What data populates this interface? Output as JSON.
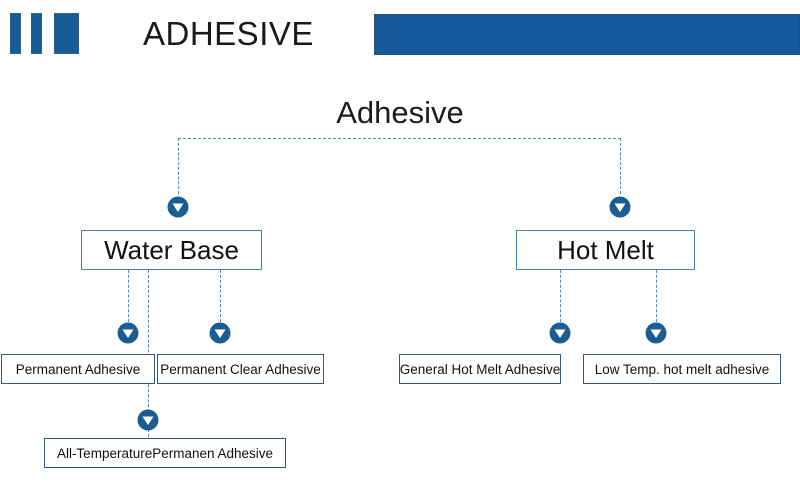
{
  "header": {
    "title": "ADHESIVE",
    "logo": {
      "name": "three-bar-logo",
      "bar_count": 3,
      "color": "#175c96"
    },
    "banner": {
      "name": "header-banner",
      "color": "#15599a"
    }
  },
  "diagram": {
    "root": {
      "label": "Adhesive"
    },
    "branches": [
      {
        "id": "water-base",
        "label": "Water Base",
        "children": [
          {
            "id": "permanent-adhesive",
            "label": "Permanent Adhesive"
          },
          {
            "id": "permanent-clear-adhesive",
            "label": "Permanent Clear Adhesive"
          },
          {
            "id": "all-temperature",
            "label": "All-TemperaturePermanen Adhesive"
          }
        ]
      },
      {
        "id": "hot-melt",
        "label": "Hot Melt",
        "children": [
          {
            "id": "general-hot-melt",
            "label": "General Hot Melt Adhesive"
          },
          {
            "id": "low-temp-hot-melt",
            "label": "Low Temp. hot melt adhesive"
          }
        ]
      }
    ],
    "connector": {
      "style": "dashed",
      "color": "#5b82a8",
      "arrow_icon": "circle-down-arrow-icon",
      "arrow_fill": "#1b5c91",
      "arrow_glyph_color": "#ffffff"
    }
  },
  "colors": {
    "brand_blue": "#15599a",
    "logo_blue": "#175c96",
    "box_border": "#3f7aa8",
    "leaf_border": "#37567a",
    "connector": "#5b82a8",
    "text": "#111111",
    "background": "#ffffff"
  }
}
